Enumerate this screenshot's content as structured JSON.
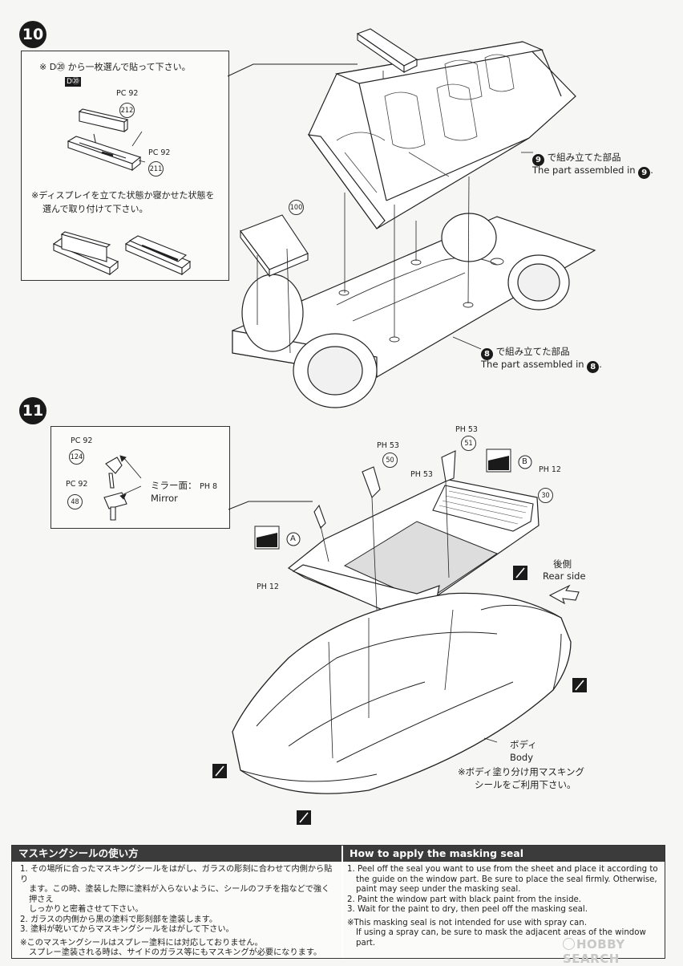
{
  "steps": {
    "step10": {
      "number": "10",
      "detail": {
        "note1": "※ D⑳ から一枚選んで貼って下さい。",
        "part_d20": "D⑳",
        "tag_pc92_a": "PC 92",
        "part_212": "212",
        "tag_pc92_b": "PC 92",
        "part_211": "211",
        "note2_line1": "※ディスプレイを立てた状態か寝かせた状態を",
        "note2_line2": "選んで取り付けて下さい。"
      },
      "part_100": "100",
      "callout9_jp": "で組み立てた部品",
      "callout9_en": "The part assembled in",
      "callout9_num": "9",
      "callout8_jp": "で組み立てた部品",
      "callout8_en": "The part assembled in",
      "callout8_num": "8"
    },
    "step11": {
      "number": "11",
      "detail": {
        "tag_pc92_a": "PC 92",
        "part_124": "124",
        "tag_pc92_b": "PC 92",
        "part_48": "48",
        "mirror_jp": "ミラー面：",
        "mirror_en": "Mirror",
        "mirror_tag": "PH 8"
      },
      "tag_ph53_a": "PH 53",
      "part_51": "51",
      "tag_ph53_b": "PH 53",
      "part_50": "50",
      "tag_ph53_c": "PH 53",
      "label_b": "B",
      "tag_ph12_b": "PH 12",
      "part_30": "30",
      "label_a": "A",
      "tag_ph12_a": "PH 12",
      "rear_jp": "後側",
      "rear_en": "Rear side",
      "body_jp": "ボディ",
      "body_en": "Body",
      "masking_line1": "※ボディ塗り分け用マスキング",
      "masking_line2": "シールをご利用下さい。"
    }
  },
  "footer": {
    "jp_title": "マスキングシールの使い方",
    "jp_lines": [
      "1. その場所に合ったマスキングシールをはがし、ガラスの彫刻に合わせて内側から貼り",
      "ます。この時、塗装した際に塗料が入らないように、シールのフチを指などで強く押さえ",
      "しっかりと密着させて下さい。",
      "2. ガラスの内側から黒の塗料で彫刻部を塗装します。",
      "3. 塗料が乾いてからマスキングシールをはがして下さい。",
      "※このマスキングシールはスプレー塗料には対応しておりません。",
      "スプレー塗装される時は、サイドのガラス等にもマスキングが必要になります。"
    ],
    "en_title": "How to apply the masking seal",
    "en_lines": [
      "1. Peel off the seal you want to use from the sheet and place it according to",
      "the guide on the window part. Be sure to place the seal firmly. Otherwise,",
      "paint may seep under the masking seal.",
      "2. Paint the window part with black paint from the inside.",
      "3. Wait for the paint to dry, then peel off the masking seal.",
      "※This masking seal is not intended for use with spray can.",
      "If using a spray can, be sure to mask the adjacent areas of the window part."
    ]
  },
  "watermark": "HOBBY SEARCH"
}
